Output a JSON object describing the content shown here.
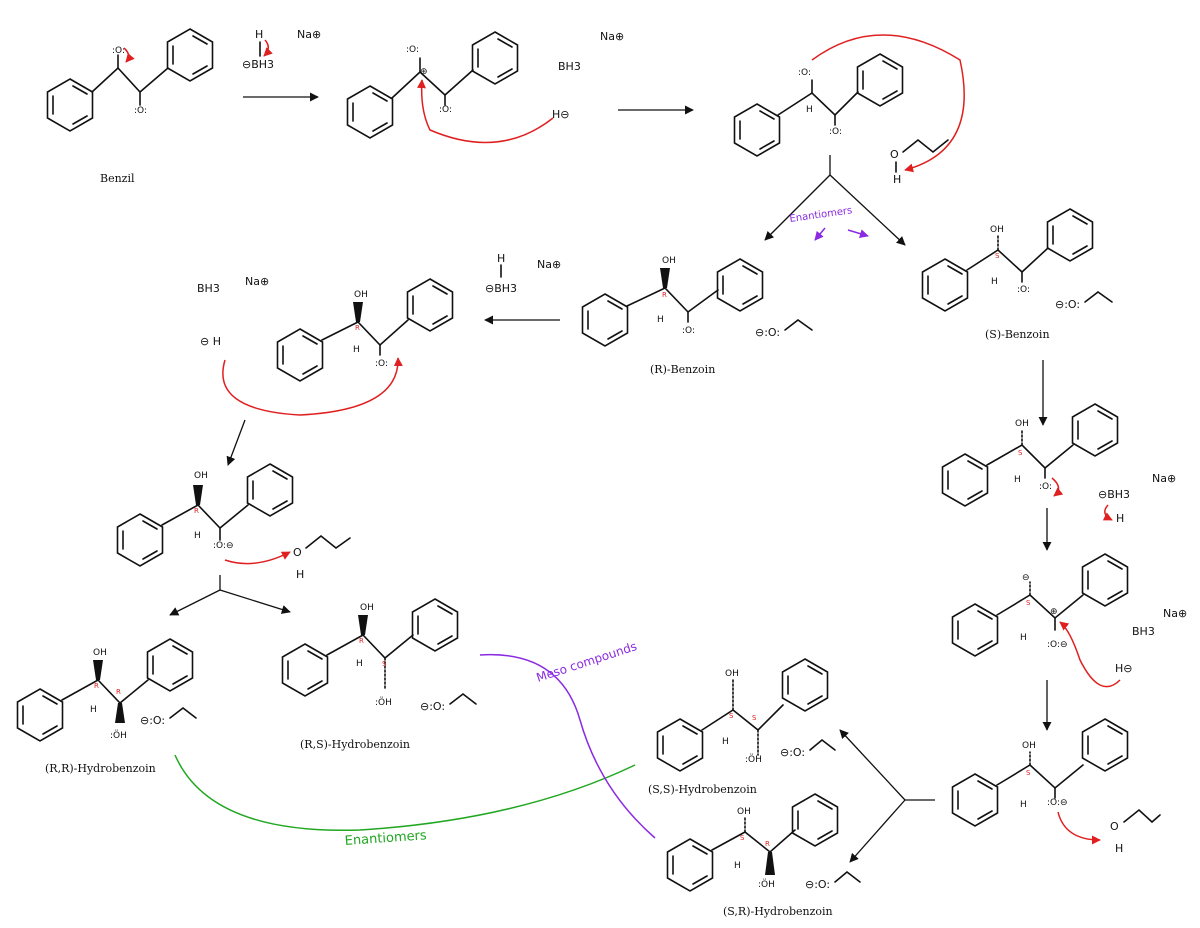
{
  "labels": {
    "benzil": "Benzil",
    "r_benzoin": "(R)-Benzoin",
    "s_benzoin": "(S)-Benzoin",
    "rr_hydrobenzoin": "(R,R)-Hydrobenzoin",
    "rs_hydrobenzoin": "(R,S)-Hydrobenzoin",
    "ss_hydrobenzoin": "(S,S)-Hydrobenzoin",
    "sr_hydrobenzoin": "(S,R)-Hydrobenzoin"
  },
  "notes": {
    "enantiomers_top": "Enantiomers",
    "meso": "Meso compounds",
    "enantiomers_bottom": "Enantiomers"
  },
  "reagents": {
    "h": "H",
    "bh3_minus": "⊖BH3",
    "bh3": "BH3",
    "na_plus": "Na⊕",
    "hydride": "H⊖",
    "oh": "OH",
    "o": "O",
    "r": "R",
    "s": "S"
  },
  "colors": {
    "curly_arrow": "#e02020",
    "enantiomer_link": "#22a722",
    "meso_link": "#8a2be2"
  }
}
